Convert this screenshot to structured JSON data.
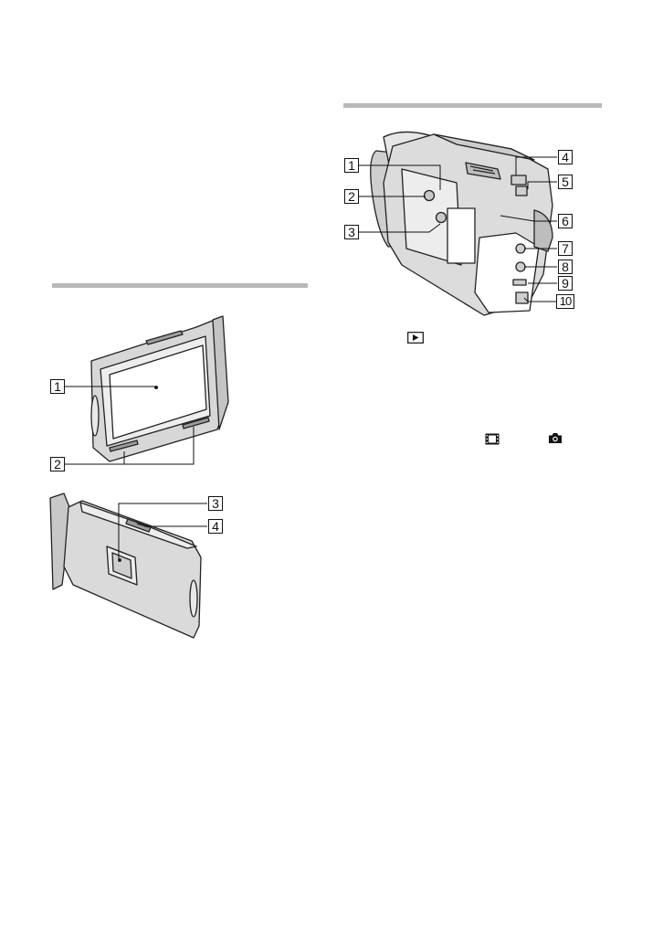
{
  "colors": {
    "rule": "#b9b9b9",
    "line": "#222222",
    "body": "#d9d9d9",
    "body_light": "#eeeeee"
  },
  "icons": [
    "playback-icon",
    "movie-mode-icon",
    "photo-mode-icon"
  ],
  "right_diagram": {
    "callouts": [
      "1",
      "2",
      "3",
      "4",
      "5",
      "6",
      "7",
      "8",
      "9",
      "10"
    ]
  },
  "lcd_front": {
    "callouts": [
      "1",
      "2"
    ]
  },
  "lcd_back": {
    "callouts": [
      "3",
      "4"
    ]
  }
}
